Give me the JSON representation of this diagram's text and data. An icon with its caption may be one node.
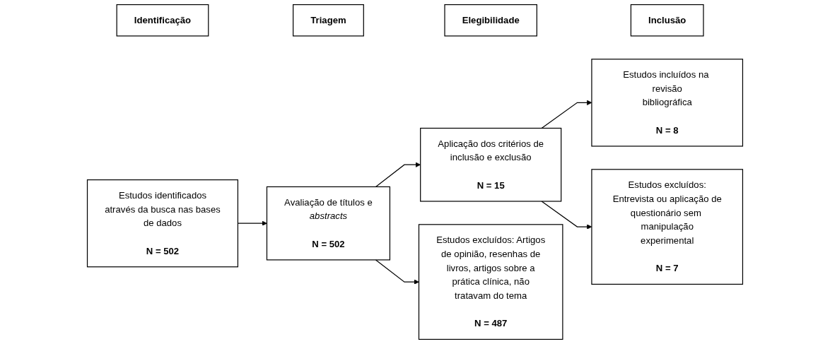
{
  "diagram": {
    "nodes": [
      {
        "text": [
          "Identificação"
        ]
      },
      {
        "text": [
          "Triagem"
        ]
      },
      {
        "text": [
          "Elegibilidade"
        ]
      },
      {
        "text": [
          "Inclusão"
        ]
      },
      {
        "text": [
          "Estudos identificados através da busca nas bases de dados",
          "N = 502"
        ]
      },
      {
        "text": [
          "Avaliação de títulos e *abstracts*",
          "N = 502"
        ]
      },
      {
        "text": [
          "Aplicação dos critérios de inclusão e exclusão",
          "N = 15"
        ]
      },
      {
        "text": [
          "Estudos incluídos na revisão bibliográfica",
          "N = 8"
        ]
      },
      {
        "text": [
          "Estudos excluídos: Artigos de opinião, resenhas de livros, artigos sobre a prática clínica, não tratavam do tema",
          "N = 487"
        ]
      },
      {
        "text": [
          "Estudos excluídos: Entrevista ou aplicação de questionário sem manipulação experimental",
          "N = 7"
        ]
      }
    ],
    "edges": [
      {
        "from": 4,
        "to": 5,
        "arrow": "to"
      },
      {
        "from": 5,
        "to": 6,
        "arrow": "to"
      },
      {
        "from": 6,
        "to": 7,
        "arrow": "to"
      },
      {
        "from": 5,
        "to": 8,
        "arrow": "to"
      },
      {
        "from": 6,
        "to": 9,
        "arrow": "to"
      }
    ]
  }
}
